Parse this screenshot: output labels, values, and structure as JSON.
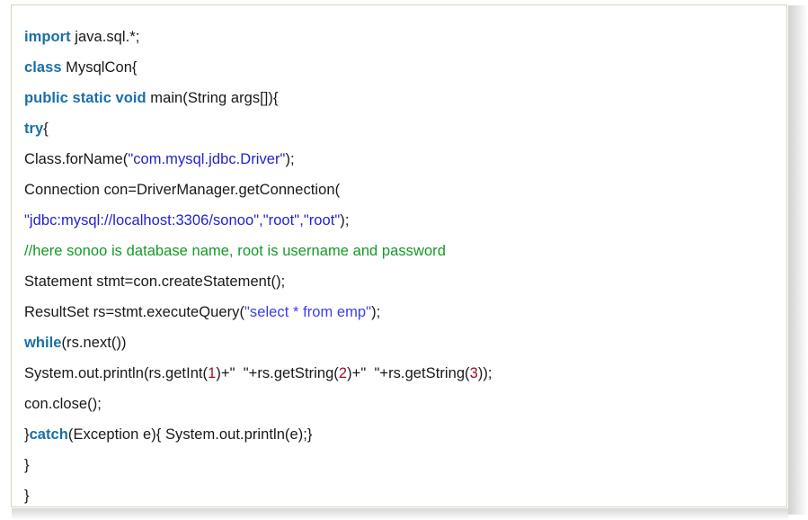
{
  "window": {
    "title": "Java JDBC MySQL Connection Example"
  },
  "colors": {
    "background": "#ffffff",
    "box_border": "#d6d4bd",
    "keyword": "#1a6fa6",
    "string": "#2222cc",
    "string_soft": "#3d3df0",
    "comment": "#139a28",
    "number": "#9e0b2b",
    "plain_text": "#19171a"
  },
  "code_block": {
    "language": "java",
    "plain_text": "import java.sql.*;\nclass MysqlCon{\npublic static void main(String args[]){\ntry{\nClass.forName(\"com.mysql.jdbc.Driver\");\nConnection con=DriverManager.getConnection(\n\"jdbc:mysql://localhost:3306/sonoo\",\"root\",\"root\");\n//here sonoo is database name, root is username and password\nStatement stmt=con.createStatement();\nResultSet rs=stmt.executeQuery(\"select * from emp\");\nwhile(rs.next())\nSystem.out.println(rs.getInt(1)+\" \"+rs.getString(2)+\" \"+rs.getString(3));\ncon.close();\n}catch(Exception e){ System.out.println(e);}\n}\n}",
    "lines": [
      {
        "index": 1,
        "text": "import java.sql.*;",
        "tokens": [
          {
            "t": "import",
            "c": "kw"
          },
          {
            "t": " java.sql.*;",
            "c": "plain"
          }
        ]
      },
      {
        "index": 2,
        "text": "class MysqlCon{",
        "tokens": [
          {
            "t": "class",
            "c": "kw"
          },
          {
            "t": " MysqlCon{",
            "c": "plain"
          }
        ]
      },
      {
        "index": 3,
        "text": "public static void main(String args[]){",
        "tokens": [
          {
            "t": "public static void",
            "c": "kw"
          },
          {
            "t": " main(String args[]){",
            "c": "plain"
          }
        ]
      },
      {
        "index": 4,
        "text": "try{",
        "tokens": [
          {
            "t": "try",
            "c": "kw"
          },
          {
            "t": "{",
            "c": "plain"
          }
        ]
      },
      {
        "index": 5,
        "text": "Class.forName(\"com.mysql.jdbc.Driver\");",
        "tokens": [
          {
            "t": "Class.forName(",
            "c": "plain"
          },
          {
            "t": "\"com.mysql.jdbc.Driver\"",
            "c": "str"
          },
          {
            "t": ");",
            "c": "plain"
          }
        ]
      },
      {
        "index": 6,
        "text": "Connection con=DriverManager.getConnection(",
        "tokens": [
          {
            "t": "Connection con=DriverManager.getConnection(",
            "c": "plain"
          }
        ]
      },
      {
        "index": 7,
        "text": "\"jdbc:mysql://localhost:3306/sonoo\",\"root\",\"root\");",
        "tokens": [
          {
            "t": "\"jdbc:mysql://localhost:3306/sonoo\",\"root\",\"root\"",
            "c": "str"
          },
          {
            "t": ");",
            "c": "plain"
          }
        ]
      },
      {
        "index": 8,
        "text": "//here sonoo is database name, root is username and password",
        "tokens": [
          {
            "t": "//here sonoo is database name, root is username and password",
            "c": "cmt"
          }
        ]
      },
      {
        "index": 9,
        "text": "Statement stmt=con.createStatement();",
        "tokens": [
          {
            "t": "Statement stmt=con.createStatement();",
            "c": "plain"
          }
        ]
      },
      {
        "index": 10,
        "text": "ResultSet rs=stmt.executeQuery(\"select * from emp\");",
        "tokens": [
          {
            "t": "ResultSet rs=stmt.executeQuery(",
            "c": "plain"
          },
          {
            "t": "\"select * from emp\"",
            "c": "str-soft"
          },
          {
            "t": ");",
            "c": "plain"
          }
        ]
      },
      {
        "index": 11,
        "text": "while(rs.next())",
        "tokens": [
          {
            "t": "while",
            "c": "kw"
          },
          {
            "t": "(rs.next())",
            "c": "plain"
          }
        ]
      },
      {
        "index": 12,
        "text": "System.out.println(rs.getInt(1)+\" \"+rs.getString(2)+\" \"+rs.getString(3));",
        "tokens": [
          {
            "t": "System.out.println(rs.getInt(",
            "c": "plain"
          },
          {
            "t": "1",
            "c": "num"
          },
          {
            "t": ")+\"  \"+rs.getString(",
            "c": "plain"
          },
          {
            "t": "2",
            "c": "num"
          },
          {
            "t": ")+\"  \"+rs.getString(",
            "c": "plain"
          },
          {
            "t": "3",
            "c": "num"
          },
          {
            "t": "));",
            "c": "plain"
          }
        ]
      },
      {
        "index": 13,
        "text": "con.close();",
        "tokens": [
          {
            "t": "con.close();",
            "c": "plain"
          }
        ]
      },
      {
        "index": 14,
        "text": "}catch(Exception e){ System.out.println(e);}",
        "tokens": [
          {
            "t": "}",
            "c": "plain"
          },
          {
            "t": "catch",
            "c": "kw"
          },
          {
            "t": "(Exception e){ System.out.println(e);}",
            "c": "plain"
          }
        ]
      },
      {
        "index": 15,
        "text": "}",
        "tokens": [
          {
            "t": "}",
            "c": "plain"
          }
        ]
      },
      {
        "index": 16,
        "text": "}",
        "tokens": [
          {
            "t": "}",
            "c": "plain"
          }
        ]
      }
    ]
  }
}
